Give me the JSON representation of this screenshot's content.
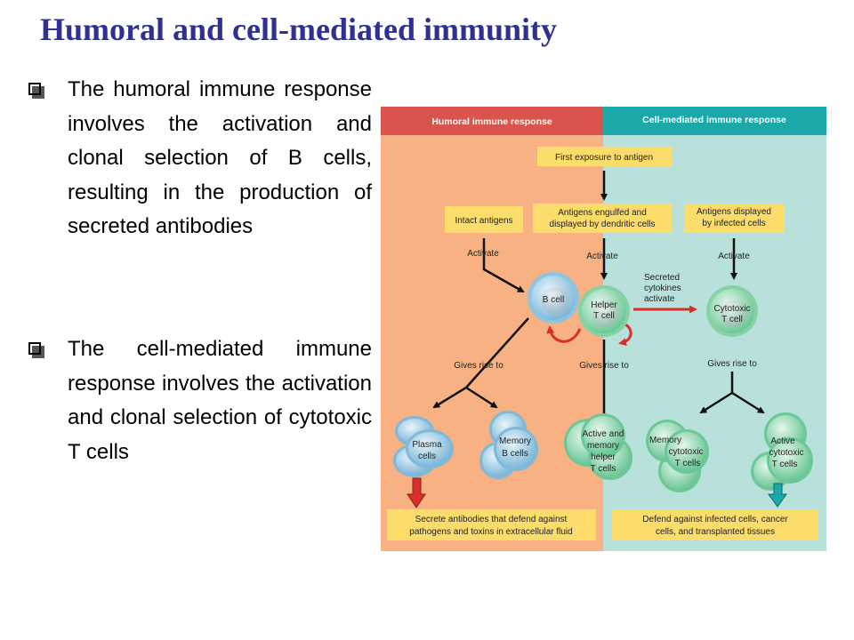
{
  "title": "Humoral and cell-mediated immunity",
  "bullets": [
    "The humoral immune response involves the activation and clonal selection of B cells, resulting in the production of secreted antibodies",
    "The cell-mediated immune response involves the activation and clonal selection of cytotoxic T cells"
  ],
  "diagram": {
    "headers": {
      "humoral": "Humoral immune response",
      "cell_mediated": "Cell-mediated immune response"
    },
    "boxes": {
      "first_exposure": "First exposure to antigen",
      "intact_antigens": "Intact antigens",
      "engulfed_line1": "Antigens engulfed and",
      "engulfed_line2": "displayed by dendritic cells",
      "infected_line1": "Antigens displayed",
      "infected_line2": "by infected cells",
      "humoral_out_line1": "Secrete antibodies that defend against",
      "humoral_out_line2": "pathogens and toxins in extracellular fluid",
      "cell_out_line1": "Defend against infected cells, cancer",
      "cell_out_line2": "cells, and transplanted tissues"
    },
    "labels": {
      "activate": "Activate",
      "gives_rise_to": "Gives rise to",
      "cytokines_line1": "Secreted",
      "cytokines_line2": "cytokines",
      "cytokines_line3": "activate"
    },
    "cells": {
      "b_cell": "B cell",
      "helper_line1": "Helper",
      "helper_line2": "T cell",
      "cytotoxic_line1": "Cytotoxic",
      "cytotoxic_line2": "T cell",
      "plasma_line1": "Plasma",
      "plasma_line2": "cells",
      "memory_b_line1": "Memory",
      "memory_b_line2": "B cells",
      "active_memory_line1": "Active and",
      "active_memory_line2": "memory",
      "active_memory_line3": "helper",
      "active_memory_line4": "T cells",
      "memory_cyto_line1": "Memory",
      "memory_cyto_line2": "cytotoxic",
      "memory_cyto_line3": "T cells",
      "active_cyto_line1": "Active",
      "active_cyto_line2": "cytotoxic",
      "active_cyto_line3": "T cells"
    },
    "colors": {
      "title": "#2e3192",
      "humoral_bg": "#f7b183",
      "cell_bg": "#b7e1da",
      "humoral_header": "#d9544d",
      "cell_header": "#1aa8a8",
      "label_box": "#fcdc6a",
      "b_cell": "#a9d4ec",
      "t_cell": "#9fdcb5",
      "arrow_red": "#d9302c"
    }
  }
}
